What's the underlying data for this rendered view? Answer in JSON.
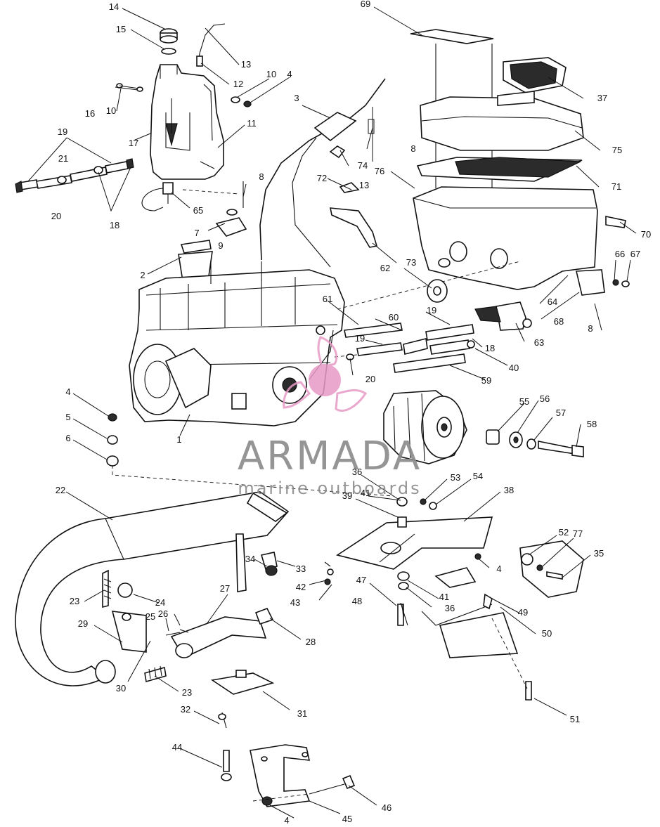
{
  "watermark": {
    "brand": "ARMADA",
    "tagline": "marine outboards",
    "logo_color": "#e79ac6",
    "text_color": "#8a8a8a"
  },
  "callouts": {
    "c69": "69",
    "c14": "14",
    "c15": "15",
    "c13": "13",
    "c12": "12",
    "c10a": "10",
    "c4a": "4",
    "c16": "16",
    "c10b": "10",
    "c17": "17",
    "c11": "11",
    "c3": "3",
    "c8a": "8",
    "c37": "37",
    "c75": "75",
    "c71": "71",
    "c19a": "19",
    "c21": "21",
    "c20a": "20",
    "c18a": "18",
    "c74": "74",
    "c76": "76",
    "c72": "72",
    "c13b": "13",
    "c8b": "8",
    "c65": "65",
    "c7": "7",
    "c9": "9",
    "c70": "70",
    "c66": "66",
    "c67": "67",
    "c2": "2",
    "c73": "73",
    "c62": "62",
    "c64": "64",
    "c68": "68",
    "c8c": "8",
    "c61": "61",
    "c60": "60",
    "c19b": "19",
    "c19c": "19",
    "c18b": "18",
    "c63": "63",
    "c40": "40",
    "c20b": "20",
    "c59": "59",
    "c4b": "4",
    "c5": "5",
    "c6": "6",
    "c1": "1",
    "c55": "55",
    "c56": "56",
    "c57": "57",
    "c58": "58",
    "c36a": "36",
    "c53": "53",
    "c54": "54",
    "c41a": "41",
    "c38": "38",
    "c39": "39",
    "c22": "22",
    "c52": "52",
    "c77": "77",
    "c35": "35",
    "c34": "34",
    "c33": "33",
    "c4c": "4",
    "c42": "42",
    "c47": "47",
    "c41b": "41",
    "c36b": "36",
    "c27": "27",
    "c43": "43",
    "c49": "49",
    "c23a": "23",
    "c24": "24",
    "c48": "48",
    "c26": "26",
    "c25": "25",
    "c29": "29",
    "c28": "28",
    "c50": "50",
    "c30": "30",
    "c23b": "23",
    "c31": "31",
    "c51": "51",
    "c32": "32",
    "c44": "44",
    "c46": "46",
    "c4d": "4",
    "c45": "45"
  }
}
